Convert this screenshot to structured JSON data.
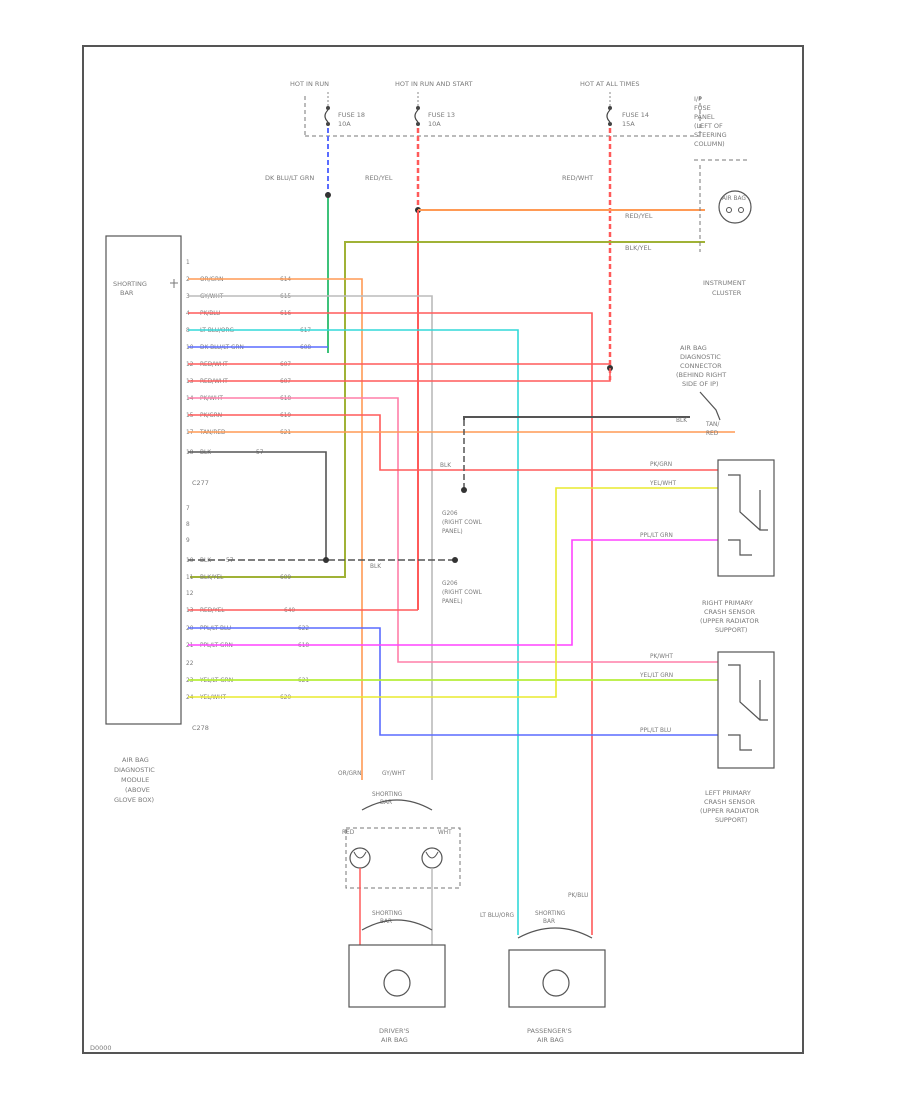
{
  "power": {
    "hot_run": "HOT IN RUN",
    "hot_run_start": "HOT IN RUN AND START",
    "hot_always": "HOT AT ALL TIMES",
    "fuse18": "FUSE 18",
    "fuse18_rating": "10A",
    "fuse13": "FUSE 13",
    "fuse13_rating": "10A",
    "fuse14": "FUSE 14",
    "fuse14_rating": "15A",
    "fuse_panel": [
      "I/P",
      "FUSE",
      "PANEL",
      "(LEFT OF",
      "STEERING",
      "COLUMN)"
    ]
  },
  "wires_top": {
    "w1": "DK BLU/LT GRN",
    "w2": "RED/YEL",
    "w3": "RED/WHT",
    "w4": "RED/YEL",
    "w5": "BLK/YEL"
  },
  "cluster": {
    "lamp": "AIR BAG",
    "label": [
      "INSTRUMENT",
      "CLUSTER"
    ]
  },
  "connector": {
    "label": [
      "AIR BAG",
      "DIAGNOSTIC",
      "CONNECTOR",
      "(BEHIND RIGHT",
      "SIDE OF IP)"
    ],
    "w1": "BLK",
    "w2": "TAN/",
    "w3": "RED"
  },
  "module": {
    "shorting_bar": [
      "SHORTING",
      "BAR"
    ],
    "label": [
      "AIR BAG",
      "DIAGNOSTIC",
      "MODULE",
      "(ABOVE",
      "GLOVE BOX)"
    ],
    "c277": "C277",
    "c278": "C278"
  },
  "pins": [
    {
      "n": "1",
      "wire": "",
      "ckt": ""
    },
    {
      "n": "2",
      "wire": "OR/GRN",
      "ckt": "614"
    },
    {
      "n": "3",
      "wire": "GY/WHT",
      "ckt": "615"
    },
    {
      "n": "4",
      "wire": "PK/BLU",
      "ckt": "616"
    },
    {
      "n": "8",
      "wire": "LT BLU/ORG",
      "ckt": "617"
    },
    {
      "n": "10",
      "wire": "DK BLU/LT GRN",
      "ckt": "608"
    },
    {
      "n": "12",
      "wire": "RED/WHT",
      "ckt": "607"
    },
    {
      "n": "13",
      "wire": "RED/WHT",
      "ckt": "607"
    },
    {
      "n": "14",
      "wire": "PK/WHT",
      "ckt": "618"
    },
    {
      "n": "15",
      "wire": "PK/GRN",
      "ckt": "619"
    },
    {
      "n": "17",
      "wire": "TAN/RED",
      "ckt": "621"
    },
    {
      "n": "18",
      "wire": "BLK",
      "ckt": "57"
    }
  ],
  "pins2": [
    {
      "n": "7",
      "wire": "",
      "ckt": ""
    },
    {
      "n": "8",
      "wire": "",
      "ckt": ""
    },
    {
      "n": "9",
      "wire": "",
      "ckt": ""
    },
    {
      "n": "10",
      "wire": "BLK",
      "ckt": "57"
    },
    {
      "n": "11",
      "wire": "BLK/YEL",
      "ckt": "609"
    },
    {
      "n": "12",
      "wire": "",
      "ckt": ""
    },
    {
      "n": "13",
      "wire": "RED/YEL",
      "ckt": "640"
    },
    {
      "n": "20",
      "wire": "PPL/LT BLU",
      "ckt": "622"
    },
    {
      "n": "21",
      "wire": "PPL/LT GRN",
      "ckt": "618"
    },
    {
      "n": "22",
      "wire": "",
      "ckt": ""
    },
    {
      "n": "23",
      "wire": "YEL/LT GRN",
      "ckt": "621"
    },
    {
      "n": "24",
      "wire": "YEL/WHT",
      "ckt": "620"
    }
  ],
  "grounds": {
    "g1": "BLK",
    "g2": "BLK",
    "g1_label": [
      "G206",
      "(RIGHT COWL",
      "PANEL)"
    ],
    "g2_label": [
      "G206",
      "(RIGHT COWL",
      "PANEL)"
    ]
  },
  "sensor_right": {
    "w1": "PK/GRN",
    "w2": "YEL/WHT",
    "w3": "PPL/LT GRN",
    "label": [
      "RIGHT PRIMARY",
      "CRASH SENSOR",
      "(UPPER RADIATOR",
      "SUPPORT)"
    ]
  },
  "sensor_left": {
    "w1": "PK/WHT",
    "w2": "YEL/LT GRN",
    "w3": "PPL/LT BLU",
    "label": [
      "LEFT PRIMARY",
      "CRASH SENSOR",
      "(UPPER RADIATOR",
      "SUPPORT)"
    ]
  },
  "bottom": {
    "w_or": "OR/GRN",
    "w_gy": "GY/WHT",
    "shorting_bar": [
      "SHORTING",
      "BAR"
    ],
    "shorting_bar2": [
      "SHORTING",
      "BAR"
    ],
    "shorting_bar3": [
      "SHORTING",
      "BAR"
    ],
    "clockspring_l": "RED",
    "clockspring_r": "WHT",
    "pk_blu": "PK/BLU",
    "lt_blu_org": "LT BLU/ORG",
    "driver": [
      "DRIVER'S",
      "AIR BAG"
    ],
    "passenger": [
      "PASSENGER'S",
      "AIR BAG"
    ]
  },
  "colors": {
    "red": "#ff5a5a",
    "orange": "#ff9a55",
    "blue": "#5a6cff",
    "green": "#3ec27a",
    "cyan": "#32d8d8",
    "magenta": "#ff44ff",
    "yellow": "#e8ea2e",
    "lime": "#b6ee3a",
    "olive": "#a0b236",
    "gray": "#555555",
    "lgray": "#bbbbbb",
    "pink": "#ff7fa8"
  },
  "footer": "D0000"
}
